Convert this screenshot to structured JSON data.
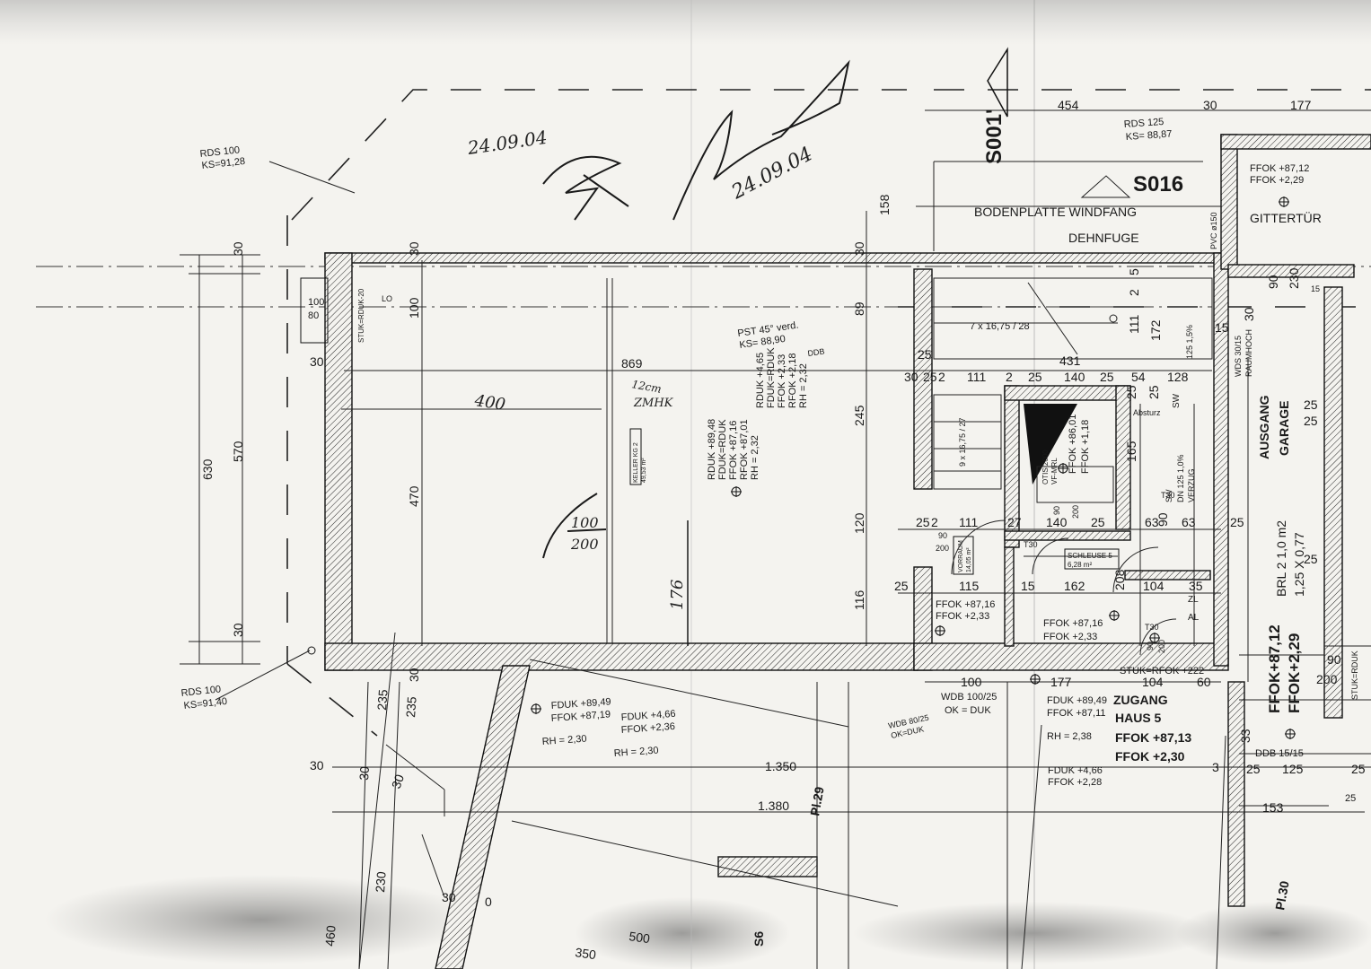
{
  "handwriting": {
    "date": "24.09.04",
    "date_signature": "24.09.04",
    "corr_top": "12cm",
    "corr_bottom": "ZMHK",
    "dim_400": "400",
    "frac_top": "100",
    "frac_bottom": "200",
    "dim_176": "176"
  },
  "section": {
    "s001": "S001'",
    "s016": "S016",
    "s6": "S6",
    "pl29": "Pl.29",
    "pl30": "Pl.30"
  },
  "rds": {
    "r1_a": "RDS 100",
    "r1_b": "KS=91,28",
    "r2_a": "RDS 100",
    "r2_b": "KS=91,40",
    "r3_a": "RDS 125",
    "r3_b": "KS= 88,87"
  },
  "labels": {
    "bodenplatte": "BODENPLATTE WINDFANG",
    "dehnfuge": "DEHNFUGE",
    "gittertuer": "GITTERTÜR",
    "ffok_g1": "FFOK +87,12",
    "ffok_g2": "FFOK +2,29",
    "pvc": "PVC ø150",
    "pst1": "PST 45° verd.",
    "pst2": "KS=  88,90",
    "ddb": "DDB",
    "ausgang": "AUSGANG",
    "garage": "GARAGE",
    "brl": "BRL 2  1,0 m2",
    "brl2": "1,25 X 0,77",
    "ffok_big1": "FFOK+87,12",
    "ffok_big2": "FFOK+2,29",
    "zugang1": "ZUGANG",
    "zugang2": "HAUS 5",
    "zugang3": "FFOK +87,13",
    "zugang4": "FFOK +2,30",
    "stuk_top": "STUK=RDUK-20",
    "stuk_bottom": "STUK=RFOK +222",
    "stuk_right": "STUK=RDUK",
    "wds": "WDS 30/15",
    "raumhoch": "RAUMHOCH",
    "ddb1515": "DDB 15/15",
    "wdb100": "WDB 100/25",
    "okduk": "OK = DUK",
    "wdb80": "WDB 80/25",
    "okduk2": "OK=DUK",
    "stair1": "7 x 16,75 / 28",
    "stair2": "9 x 16,75 / 27",
    "absturz": "Absturz",
    "otis1": "OTIS 2000",
    "otis2": "VF-MRL",
    "ffok_lift1": "FFOK +86,01",
    "ffok_lift2": "FFOK +1,18",
    "sw": "SW",
    "sw2": "SW",
    "dn125": "DN 125  1,0%",
    "verzug": "VERZUG",
    "r125": "125  1,5%",
    "t30a": "T30",
    "t30b": "T30",
    "t30c": "T30",
    "zl": "ZL",
    "al": "AL",
    "lo": "LO"
  },
  "rooms": {
    "keller_name": "KELLER KG 2",
    "keller_area": "49,53 m²",
    "vorraum_name": "VORRAUM",
    "vorraum_area": "14,05 m²",
    "schleuse_name": "SCHLEUSE 5",
    "schleuse_area": "6,28 m²"
  },
  "levels": {
    "keller": [
      "RDUK +89,48",
      "FDUK=RDUK",
      "FFOK +87,16",
      "RFOK +87,01",
      "RH = 2,32"
    ],
    "keller2": [
      "RDUK +4,65",
      "FDUK=RDUK",
      "FFOK +2,33",
      "RFOK +2,18",
      "RH = 2,32"
    ],
    "vorraum": [
      "FFOK +87,16",
      "FFOK +2,33"
    ],
    "schleuse": [
      "FFOK +87,16",
      "FFOK +2,33"
    ],
    "outside1": [
      "FDUK +89,49",
      "FFOK +87,19",
      "RH = 2,30"
    ],
    "outside2": [
      "FDUK +4,66",
      "FFOK +2,36",
      "RH = 2,30"
    ],
    "zugang_left": [
      "FDUK +89,49",
      "FFOK +87,11",
      "RH = 2,38"
    ],
    "bottom": [
      "FDUK +4,66",
      "FFOK +2,28"
    ]
  },
  "dims": {
    "d454": "454",
    "d30top": "30",
    "d177top": "177",
    "d158": "158",
    "d30a": "30",
    "d30b": "30",
    "d30c": "30",
    "d100": "100",
    "d80": "80",
    "d100v": "100",
    "d630": "630",
    "d570": "570",
    "d30v1": "30",
    "d30v2": "30",
    "d869": "869",
    "d470": "470",
    "d245": "245",
    "d120": "120",
    "d116": "116",
    "d89": "89",
    "row1": [
      "30",
      "25",
      "2",
      "111",
      "2",
      "25",
      "140",
      "25",
      "54",
      "128"
    ],
    "row2": [
      "25",
      "2",
      "111",
      "27",
      "140",
      "25",
      "63",
      "90",
      "63",
      "25"
    ],
    "row3": [
      "25",
      "115",
      "15",
      "162",
      "208",
      "104",
      "35"
    ],
    "d431": "431",
    "d25a": "25",
    "d5": "5",
    "d2": "2",
    "d111": "111",
    "d172": "172",
    "d15": "15",
    "d165": "165",
    "d25b": "25",
    "d25c": "25",
    "d100b": "100",
    "d177b": "177",
    "d104": "104",
    "d60": "60",
    "d1350": "1.350",
    "d1380": "1.380",
    "d153": "153",
    "d3": "3",
    "d25r": "25",
    "d125r": "125",
    "d25r2": "25",
    "d25g1": "25",
    "d25g2": "25",
    "d25g3": "25",
    "d90": "90",
    "d30r": "30",
    "d230": "230",
    "d15r": "15",
    "d90r": "90",
    "d200r": "200",
    "d235a": "235",
    "d235b": "235",
    "d30l": "30",
    "d30l2": "30",
    "d30l3": "30",
    "d30l4": "30",
    "d230b": "230",
    "d460": "460",
    "d500": "500",
    "d350": "350",
    "d0": "0",
    "d90d": "90",
    "d200d": "200",
    "d90e": "90",
    "d200e": "200",
    "d90f": "90",
    "d200f": "200",
    "d33": "33",
    "d25x": "25"
  }
}
